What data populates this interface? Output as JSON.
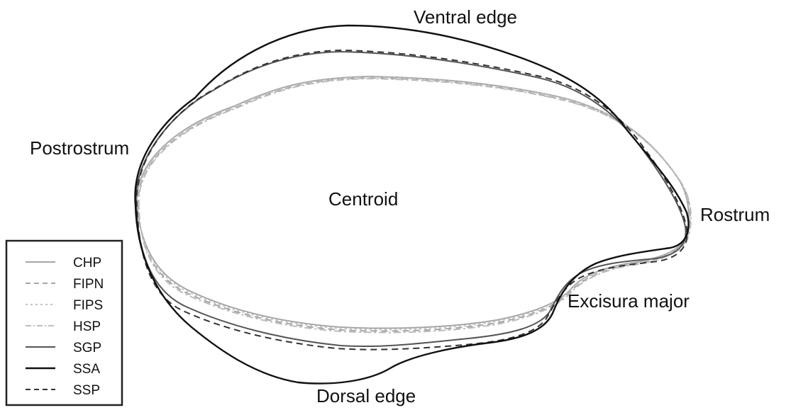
{
  "labels": {
    "ventral_edge": "Ventral edge",
    "postrostrum": "Postrostrum",
    "centroid": "Centroid",
    "rostrum": "Rostrum",
    "excisura_major": "Excisura major",
    "dorsal_edge": "Dorsal edge"
  },
  "legend": [
    {
      "name": "CHP",
      "color": "#a6a6a6",
      "dash": "solid"
    },
    {
      "name": "FIPN",
      "color": "#a6a6a6",
      "dash": "dashed"
    },
    {
      "name": "FIPS",
      "color": "#c4c4c4",
      "dash": "dotted"
    },
    {
      "name": "HSP",
      "color": "#bdbdbd",
      "dash": "dashdot"
    },
    {
      "name": "SGP",
      "color": "#555555",
      "dash": "solid"
    },
    {
      "name": "SSA",
      "color": "#111111",
      "dash": "solid"
    },
    {
      "name": "SSP",
      "color": "#333333",
      "dash": "dashed"
    }
  ]
}
